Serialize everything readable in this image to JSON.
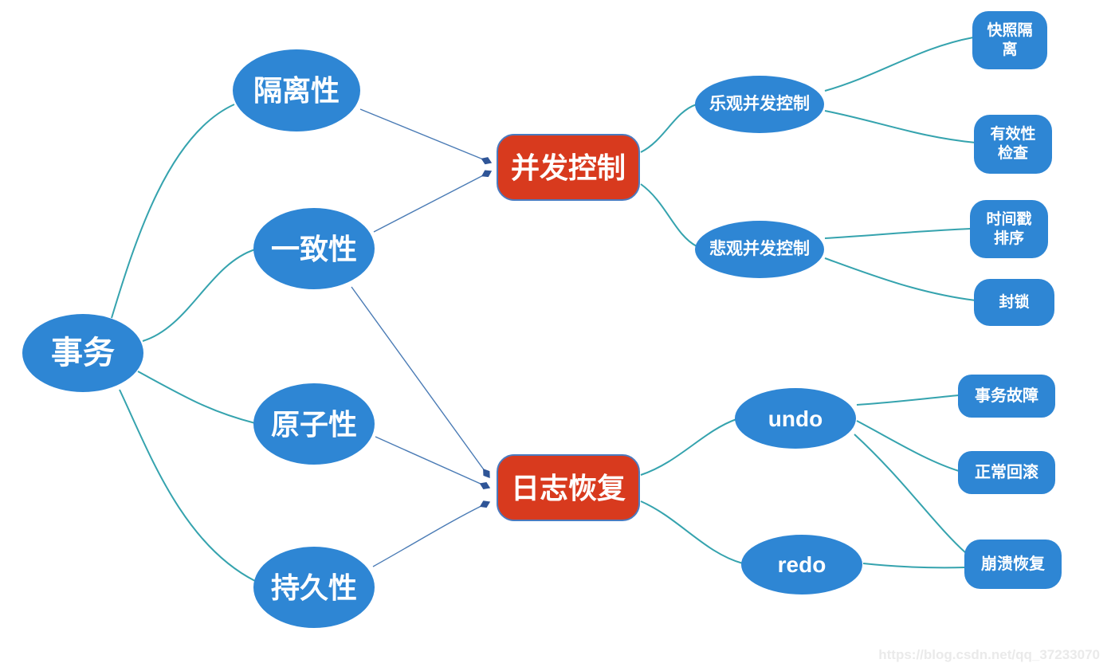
{
  "mindmap": {
    "root": {
      "label": "事务"
    },
    "branches": {
      "isolation": {
        "label": "隔离性"
      },
      "consistency": {
        "label": "一致性"
      },
      "atomicity": {
        "label": "原子性"
      },
      "durability": {
        "label": "持久性"
      },
      "concurrency_control": {
        "label": "并发控制"
      },
      "log_recovery": {
        "label": "日志恢复"
      },
      "optimistic_cc": {
        "label": "乐观并发控制"
      },
      "pessimistic_cc": {
        "label": "悲观并发控制"
      },
      "snapshot_isolation": {
        "label": "快照隔\n离"
      },
      "validity_check": {
        "label": "有效性\n检查"
      },
      "timestamp_ordering": {
        "label": "时间戳\n排序"
      },
      "locking": {
        "label": "封锁"
      },
      "undo": {
        "label": "undo"
      },
      "redo": {
        "label": "redo"
      },
      "transaction_failure": {
        "label": "事务故障"
      },
      "normal_rollback": {
        "label": "正常回滚"
      },
      "crash_recovery": {
        "label": "崩溃恢复"
      }
    }
  },
  "watermark": {
    "text": "https://blog.csdn.net/qq_37233070"
  },
  "colors": {
    "node_fill_blue": "#2E86D4",
    "node_fill_red": "#D83A1E",
    "red_box_border": "#4A7BC0",
    "connector_teal": "#35A3AE",
    "connector_arrow_blue": "#4A7BB5",
    "connector_arrow_head": "#2F5597",
    "text_white": "#FFFFFF",
    "watermark_gray": "#EAEAEA"
  }
}
